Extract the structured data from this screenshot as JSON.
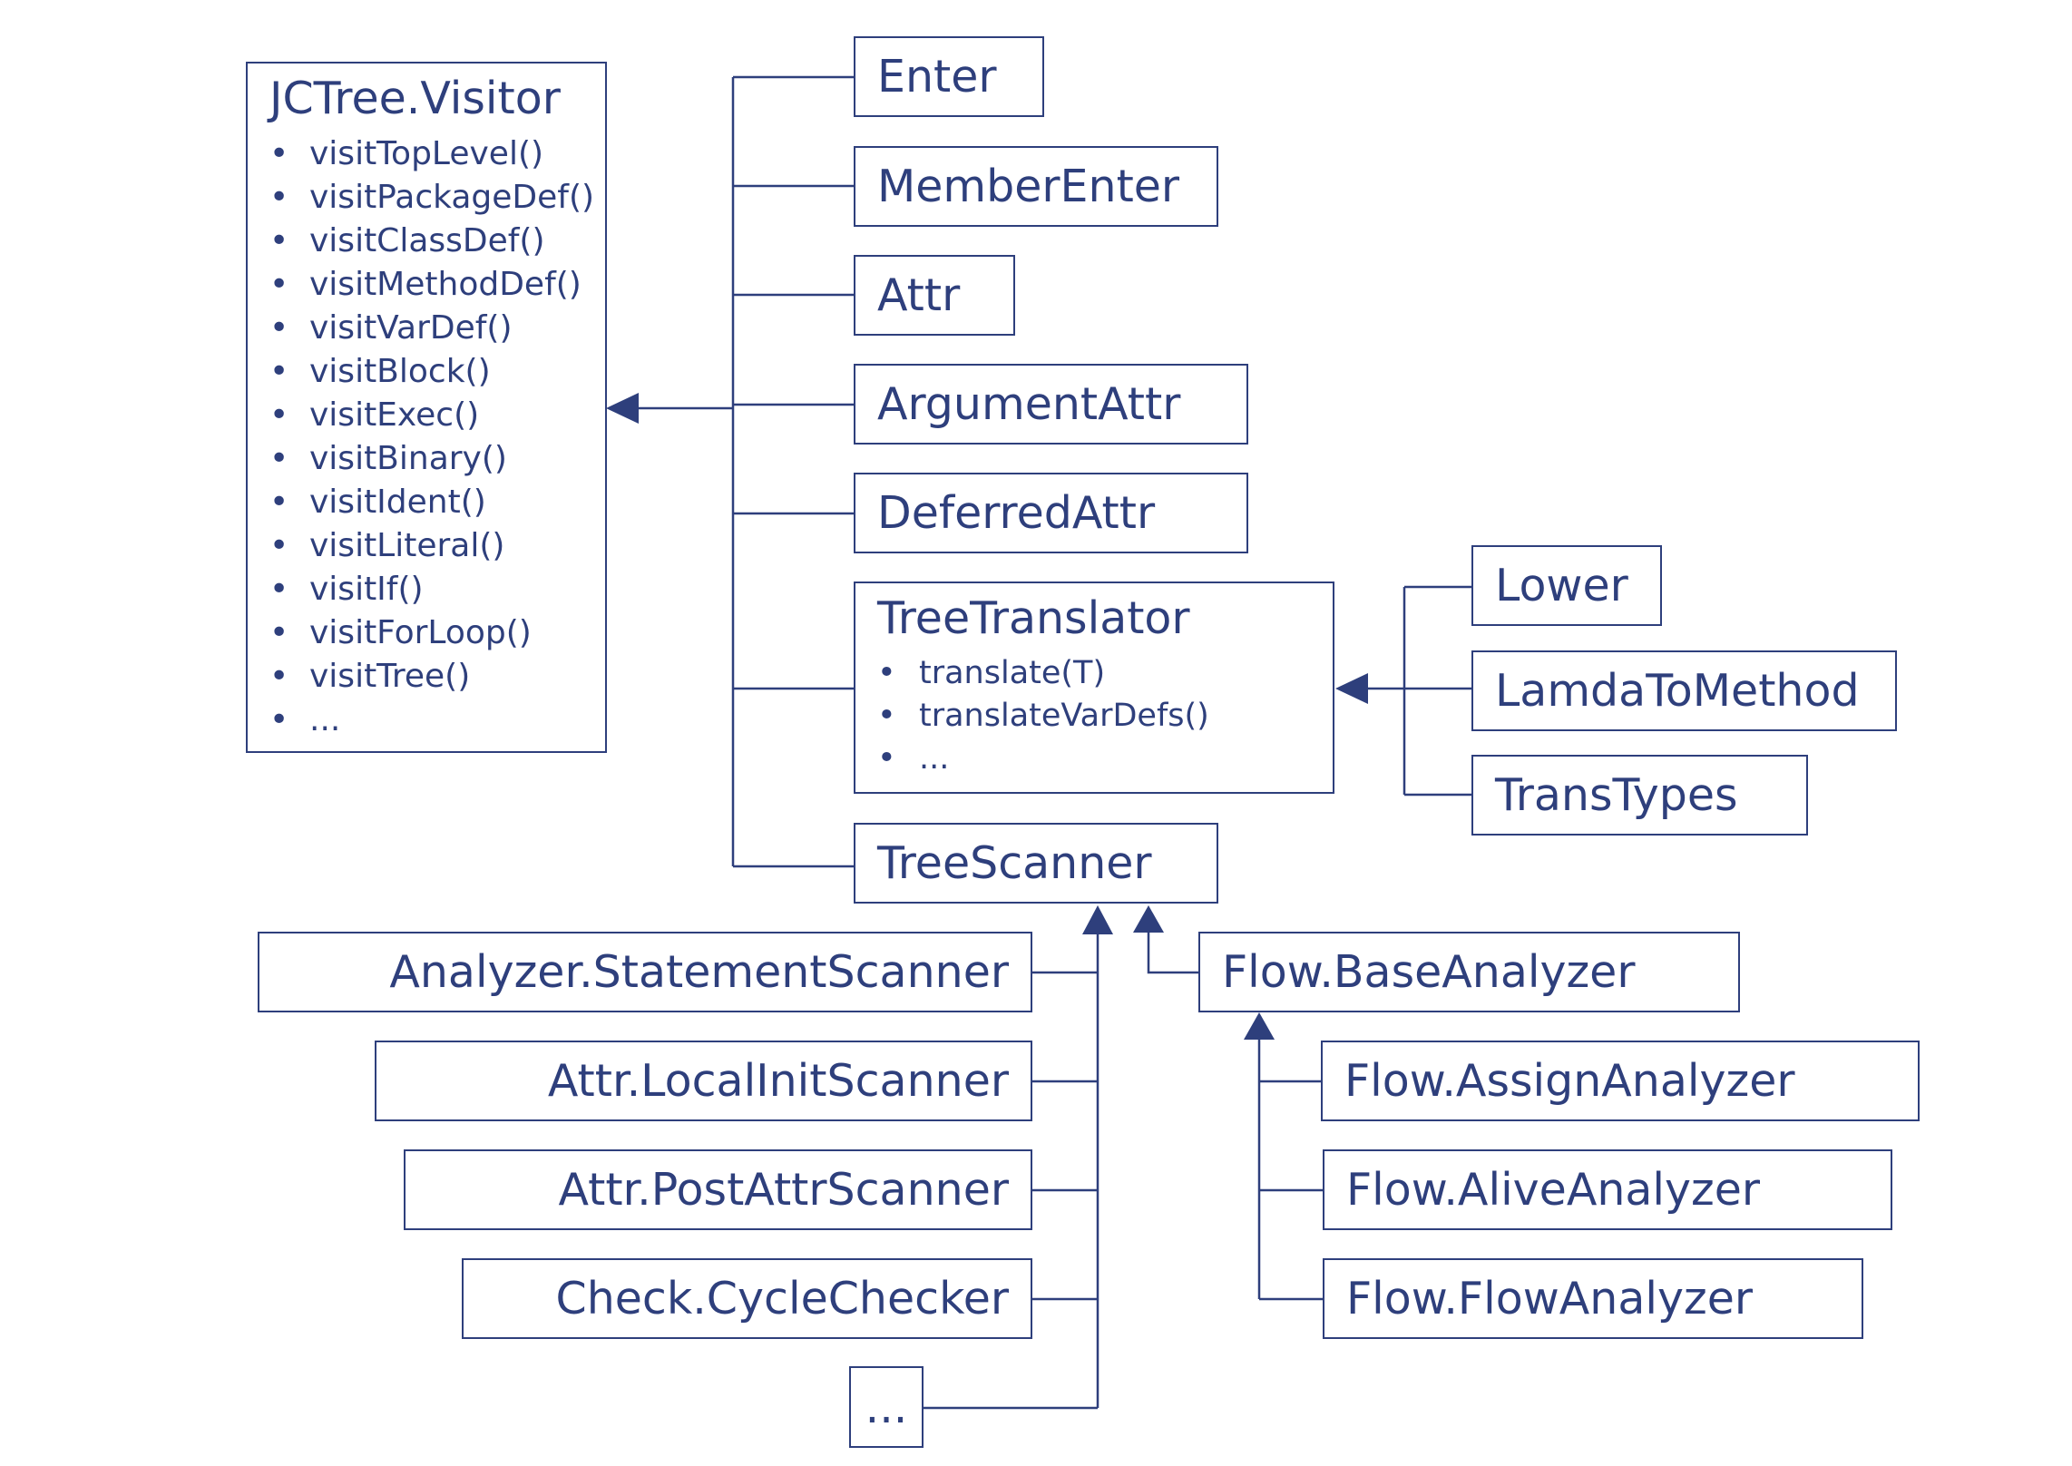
{
  "visitor": {
    "title": "JCTree.Visitor",
    "methods": [
      "visitTopLevel()",
      "visitPackageDef()",
      "visitClassDef()",
      "visitMethodDef()",
      "visitVarDef()",
      "visitBlock()",
      "visitExec()",
      "visitBinary()",
      "visitIdent()",
      "visitLiteral()",
      "visitIf()",
      "visitForLoop()",
      "visitTree()",
      "..."
    ]
  },
  "visitor_subclasses": {
    "enter": "Enter",
    "member_enter": "MemberEnter",
    "attr": "Attr",
    "argument_attr": "ArgumentAttr",
    "deferred_attr": "DeferredAttr",
    "tree_scanner": "TreeScanner"
  },
  "tree_translator": {
    "title": "TreeTranslator",
    "methods": [
      "translate(T)",
      "translateVarDefs()",
      "..."
    ],
    "subclasses": [
      "Lower",
      "LamdaToMethod",
      "TransTypes"
    ]
  },
  "scanner_subclasses": [
    "Analyzer.StatementScanner",
    "Attr.LocalInitScanner",
    "Attr.PostAttrScanner",
    "Check.CycleChecker",
    "..."
  ],
  "flow": {
    "base": "Flow.BaseAnalyzer",
    "subclasses": [
      "Flow.AssignAnalyzer",
      "Flow.AliveAnalyzer",
      "Flow.FlowAnalyzer"
    ]
  },
  "colors": {
    "stroke": "#2e3f7c",
    "background": "#ffffff"
  }
}
